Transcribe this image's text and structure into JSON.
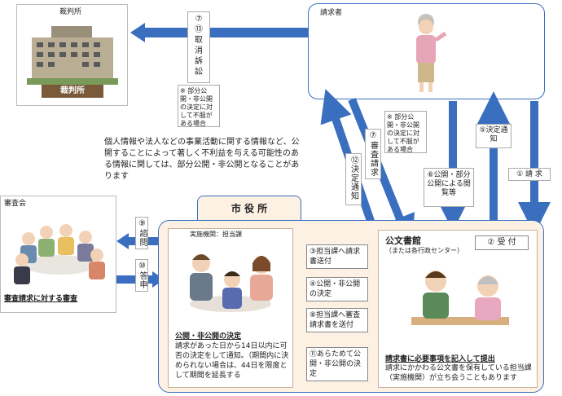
{
  "court": {
    "title": "裁判所",
    "sign": "裁判所"
  },
  "requester": {
    "title": "請求者"
  },
  "arrow_labels": {
    "cancel_suit": "⑦\n⑬\n取\n消\n訴\n訟",
    "note_court": "※ 部分公開・非公開の決定に対して不服がある場合",
    "note_review": "※ 部分公開・非公開の決定に対して不服がある場合",
    "review_request": "⑦審査請求",
    "decision_notice_12": "⑫決定通知",
    "disclose_6": "⑥公開・部分公開による閲覧等",
    "decision_notice_5": "⑤決定通知",
    "request_1": "① 請 求",
    "inquiry_9": "⑨諮問",
    "report_10": "⑩答申"
  },
  "info_note": "個人情報や法人などの事業活動に関する情報など、公開することによって著しく不利益を与える可能性のある情報に関しては、部分公開・非公開となることがあります",
  "council": {
    "title": "審査会",
    "caption": "審査請求に対する審査"
  },
  "city": {
    "title": "市 役 所",
    "dept_label": "実施機関：担当課",
    "decision_title": "公開・非公開の決定",
    "decision_body": "請求があった日から14日以内に可否の決定をして通知。（期間内に決められない場合は、44日を限度として期間を延長する"
  },
  "archive": {
    "title": "公文書館",
    "subtitle": "（または各行政センター）",
    "reception": "② 受 付",
    "caption_title": "請求書に必要事項を記入して提出",
    "caption_body": "請求にかかわる公文書を保有している担当課（実施機関）が立ち会うこともあります"
  },
  "steps": {
    "s3": "③担当課へ請求書送付",
    "s4": "④公開・非公開の決定",
    "s8": "⑧担当課へ審査請求書を送付",
    "s11": "⑪あらためて公開・非公開の決定"
  },
  "colors": {
    "arrow": "#3a6fc0",
    "city_bg": "#fdf1e4",
    "city_border": "#3a6fc0"
  }
}
